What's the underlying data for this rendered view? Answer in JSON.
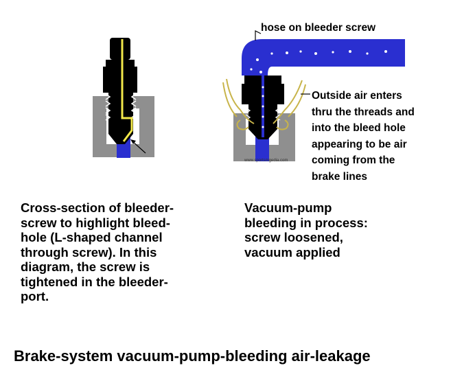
{
  "labels": {
    "hose": "hose on bleeder screw",
    "air_lines": [
      "Outside air enters",
      "thru the threads and",
      "into the bleed hole",
      "appearing to be air",
      "coming from the",
      "brake lines"
    ],
    "watermark": "www.sportsmgedia.com"
  },
  "captions": {
    "left_lines": [
      "Cross-section of bleeder-",
      "screw to highlight bleed-",
      "hole (L-shaped channel",
      "through screw).  In this",
      "diagram, the screw is",
      "tightened in the bleeder-",
      "port."
    ],
    "right_lines": [
      "Vacuum-pump",
      "bleeding in process:",
      "screw loosened,",
      "vacuum applied"
    ]
  },
  "title": "Brake-system vacuum-pump-bleeding air-leakage",
  "colors": {
    "screw": "#000000",
    "bleed_channel": "#f2e84a",
    "housing": "#8f8f8f",
    "fluid": "#2a2fd0",
    "air_swirl": "#c8b44a"
  }
}
